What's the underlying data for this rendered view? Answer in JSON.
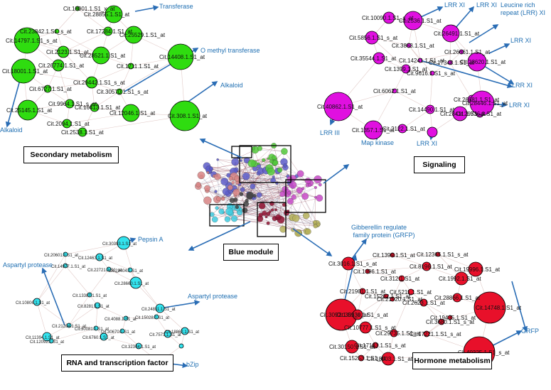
{
  "colors": {
    "secondary": "#2fdc10",
    "signaling": "#e010e0",
    "rna": "#33e3ee",
    "hormone": "#e8102a",
    "arrow": "#2a6db5",
    "edge": "#d8b9b6",
    "annotation": "#1f6fb2"
  },
  "panels": {
    "secondary": {
      "title": "Secondary metabolism",
      "nodes": [
        "Cit.18001.1.S1_x_at",
        "Cit.28855.1.S1_at",
        "Cit.23842.1.S1_s_at",
        "Cit.17284.1.S1_at",
        "Cit.14797.1.S1_s_at",
        "Cit.2123.1.S1_at",
        "Cit.25529.1.S1_at",
        "Cit.26774.1.S1_at",
        "Cit.28521.1.S1_at",
        "Cit.18001.1.S1_at",
        "Cit.1711.1.S1_at",
        "Cit.6727.1.S1_at",
        "Cit.29442.1.S1_s_at",
        "Cit.14408.1.S1_at",
        "Cit.30570.1.S1_s_at",
        "Cit.9964.1.S1_s_at",
        "Cit.16413.1.S1_at",
        "Cit.25145.1.S1_at",
        "Cit.2094.1.S1_at",
        "Cit.12046.1.S1_at",
        "Cit.2538.1.S1_at",
        "Cit.308.1.S1_at"
      ],
      "annotations": [
        "Transferase",
        "O methyl transferase",
        "Alkaloid",
        "Alkaloid"
      ]
    },
    "signaling": {
      "title": "Signaling",
      "nodes": [
        "Cit.10090.1.S1_s_at",
        "Cit.2536.1.S1_at",
        "Cit.26491.1.S1_at",
        "Cit.5856.1.S1_s_at",
        "Cit.3863.1.S1_at",
        "Cit.14241.1.S1_at",
        "Cit.26661.1.S1_at",
        "Cit.28620.1.S1_at",
        "Cit.35544.1.S1_at",
        "Cit.9616.1.S1_s_at",
        "Cit.1399.1.S1_at",
        "Cit.17348.1.S1_at",
        "Cit.6062.1.S1_at",
        "Cit.26681.1.S1_at",
        "Cit.28411.1.S1_at",
        "Cit.14490.1.S1_at",
        "Cit.29736.1.S1_at",
        "Cit.28446.1.S1_at",
        "Cit.40862.1.S1_at",
        "Cit.1357.1.S1_at",
        "Cit.2122.1.S1_at"
      ],
      "annotations": [
        "LRR XI",
        "LRR XI",
        "Leucine rich repeat (LRR) XI",
        "LRR XI",
        "LRR XI",
        "LRR XI",
        "LRR III",
        "Map kinase",
        "LRR XI"
      ]
    },
    "rna": {
      "title": "RNA and transcription factor",
      "nodes": [
        "Cit.30393.1.S1_at",
        "Cit.20601.1.S1_at",
        "Cit.12463.1.S1_at",
        "Cit.14977.1.S1_at",
        "Cit.22721.1.S1_at",
        "Cit.22404.1.S1_at",
        "Cit.28660.1.S1_at",
        "Cit.13382.1.S1_at",
        "Cit.10806.1.S1_at",
        "Cit.8281.1.S1_at",
        "Cit.24811.1.S1_at",
        "Cit.4088.1.S1_at",
        "Cit.21204.1.S1_at",
        "Cit.15028.1.S1_at",
        "Cit.30081.1.S1_at",
        "Cit.30670.1.S1_at",
        "Cit.18862.1.S1_at",
        "Cit.11394.1.S1_at",
        "Cit.6760.1.S1_at",
        "Cit.7573.1.S1_at",
        "Cit.12092.1.S1_at",
        "Cit.32344.1.S1_at"
      ],
      "annotations": [
        "Pepsin A",
        "Aspartyl protease",
        "Aspartyl protease",
        "bZip"
      ]
    },
    "hormone": {
      "title": "Hormone metabolism",
      "nodes": [
        "Cit.3016.1.S1_s_at",
        "Cit.1399.1.S1_at",
        "Cit.12365.1.S1_s_at",
        "Cit.1396.1.S1_at",
        "Cit.8196.1.S1_at",
        "Cit.19996.1.S1_at",
        "Cit.312.1.S1_at",
        "Cit.1992.1.S1_at",
        "Cit.21901.1.S1_at",
        "Cit.5211.1.S1_at",
        "Cit.21920.1.S1_at",
        "Cit.15202.1.S1_at",
        "Cit.28866.1.S1_at",
        "Cit.2623.1.S1_at",
        "Cit.14748.1.S1_at",
        "Cit.19435.1.S1_at",
        "Cit.3680.1.S1_s_at",
        "Cit.3092.1.S1_s_at",
        "Cit.30930.1.S1_s_at",
        "Cit.10777.1.S1_s_at",
        "Cit.29735.1.S1_at",
        "Cit.17221.1.S1_s_at",
        "Cit.30150.1.S1_at",
        "Cit.17143.1.S1_s_at",
        "Cit.40325.1.S1_s_at",
        "Cit.15253.1.S1_at",
        "Cit.18003.1.S1_at"
      ],
      "annotations": [
        "Gibberellin regulated family protein (GRFP)",
        "GRFP"
      ]
    },
    "blue": {
      "title": "Blue module"
    }
  }
}
